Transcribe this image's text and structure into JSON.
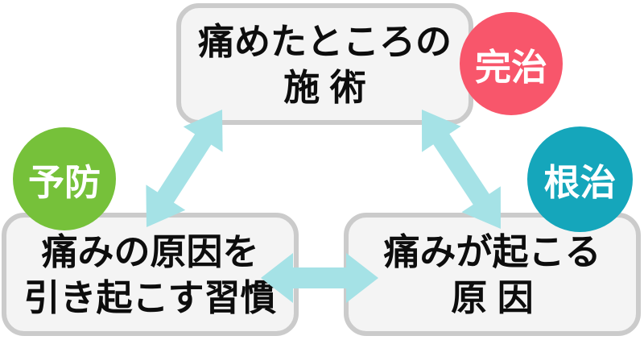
{
  "diagram": {
    "type": "cycle-diagram",
    "nodes": {
      "treatment": {
        "line1": "痛めたところの",
        "line2": "施 術"
      },
      "habits": {
        "line1": "痛みの原因を",
        "line2": "引き起こす習慣"
      },
      "cause": {
        "line1": "痛みが起こる",
        "line2": "原 因"
      }
    },
    "badges": {
      "complete_cure": {
        "label": "完治",
        "color": "#f8566b"
      },
      "prevention": {
        "label": "予防",
        "color": "#76c13a"
      },
      "radical_cure": {
        "label": "根治",
        "color": "#15a6bb"
      }
    },
    "connections": [
      {
        "from": "treatment",
        "to": "habits",
        "bidirectional": true
      },
      {
        "from": "treatment",
        "to": "cause",
        "bidirectional": true
      },
      {
        "from": "habits",
        "to": "cause",
        "bidirectional": true
      }
    ],
    "colors": {
      "arrow": "#a5e2e6",
      "box_fill": "#f4f4f4",
      "box_border": "#cbcbcb",
      "text": "#0d0d0d",
      "badge_text": "#ffffff",
      "background": "#ffffff"
    }
  }
}
